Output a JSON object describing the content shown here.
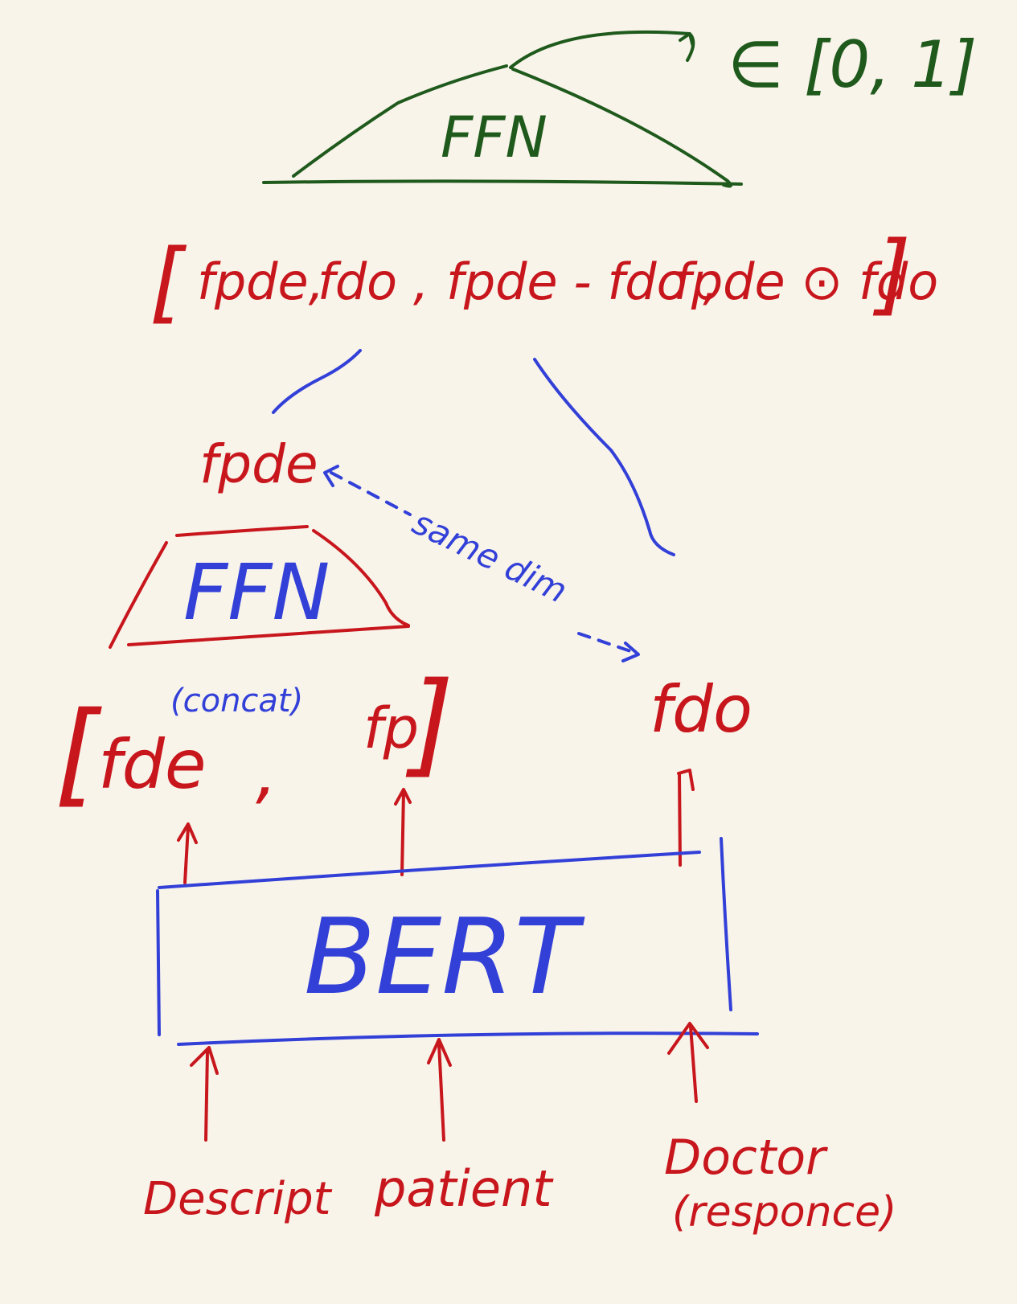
{
  "inputs": {
    "descript": "Descript",
    "patient": "patient",
    "doctor": "Doctor",
    "doctor_note": "(responce)"
  },
  "bert": {
    "label": "BERT"
  },
  "concat_vector": {
    "open_bracket": "[",
    "fde": "fde",
    "comma": ",",
    "fp": "fp",
    "close_bracket": "]",
    "note": "(concat)"
  },
  "lower_ffn": {
    "label": "FFN"
  },
  "fpde": {
    "label": "fpde"
  },
  "fdo": {
    "label": "fdo"
  },
  "same_dim": {
    "label": "same dim"
  },
  "feature_vector": {
    "open_bracket": "[",
    "term1": "fpde,",
    "term2": "fdo ,",
    "term3": "fpde - fdo ,",
    "term4": "fpde ⊙ fdo",
    "close_bracket": "]"
  },
  "top_ffn": {
    "label": "FFN"
  },
  "output_range": {
    "label": "∈ [0, 1]"
  },
  "colors": {
    "background": "#f8f4ea",
    "red": "#c8161d",
    "blue": "#3340d8",
    "green": "#1f5a1c"
  }
}
